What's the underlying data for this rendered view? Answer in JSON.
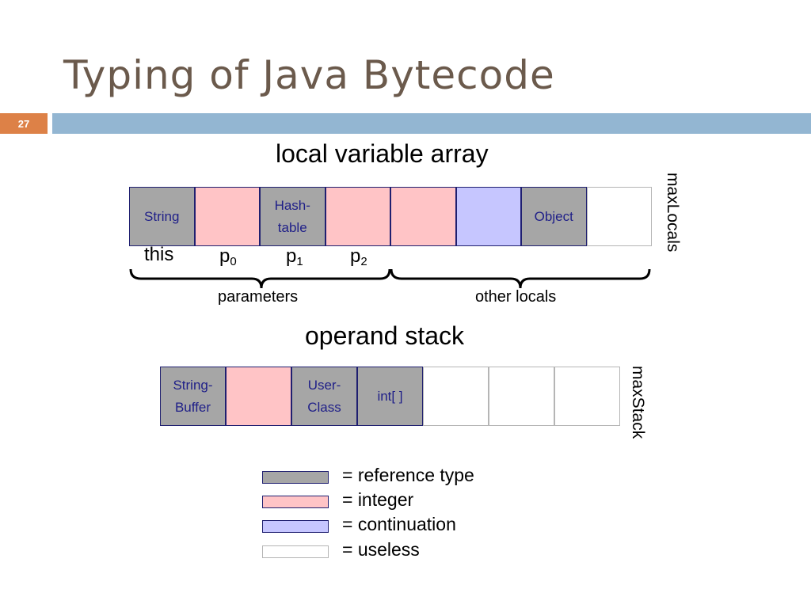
{
  "slide": {
    "title": "Typing of Java Bytecode",
    "page_number": "27"
  },
  "colors": {
    "title": "#6b5a4c",
    "accent_bar": "#93b6d2",
    "page_badge": "#dd8147",
    "reference_type": "#a6a6a6",
    "integer": "#ffc4c6",
    "continuation": "#c6c6ff",
    "useless": "#ffffff"
  },
  "local_array": {
    "title": "local variable array",
    "side_label": "maxLocals",
    "cells": [
      {
        "kind": "reference",
        "text": "String"
      },
      {
        "kind": "integer",
        "text": ""
      },
      {
        "kind": "reference",
        "text": "Hash-\ntable"
      },
      {
        "kind": "integer",
        "text": ""
      },
      {
        "kind": "integer",
        "text": ""
      },
      {
        "kind": "continuation",
        "text": ""
      },
      {
        "kind": "reference",
        "text": "Object"
      },
      {
        "kind": "useless",
        "text": ""
      }
    ],
    "param_labels": {
      "this": "this",
      "p0_base": "p",
      "p0_sub": "0",
      "p1_base": "p",
      "p1_sub": "1",
      "p2_base": "p",
      "p2_sub": "2"
    },
    "groups": {
      "parameters": "parameters",
      "other_locals": "other locals"
    }
  },
  "operand_stack": {
    "title": "operand stack",
    "side_label": "maxStack",
    "cells": [
      {
        "kind": "reference",
        "text": "String-\nBuffer"
      },
      {
        "kind": "integer",
        "text": ""
      },
      {
        "kind": "reference",
        "text": "User-\nClass"
      },
      {
        "kind": "reference",
        "text": "int[ ]"
      },
      {
        "kind": "useless",
        "text": ""
      },
      {
        "kind": "useless",
        "text": ""
      },
      {
        "kind": "useless",
        "text": ""
      }
    ]
  },
  "legend": [
    {
      "kind": "reference",
      "label": "= reference type"
    },
    {
      "kind": "integer",
      "label": "= integer"
    },
    {
      "kind": "continuation",
      "label": "= continuation"
    },
    {
      "kind": "useless",
      "label": "= useless"
    }
  ]
}
